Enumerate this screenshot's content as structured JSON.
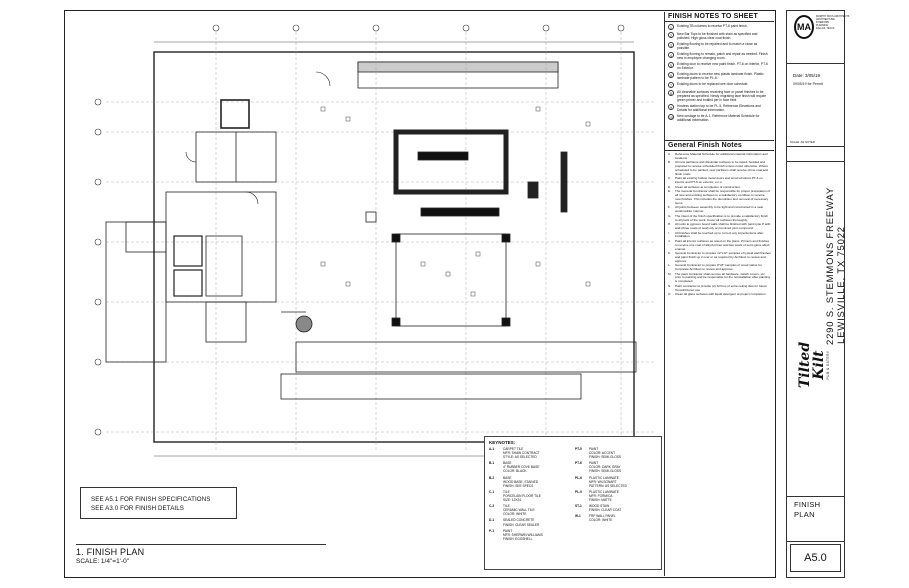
{
  "plan": {
    "callouts": [
      "SEE A5.1 FOR FINISH SPECIFICATIONS",
      "SEE A3.0 FOR FINISH DETAILS"
    ],
    "title": "1. FINISH PLAN",
    "scale": "SCALE: 1/4\"=1'-0\""
  },
  "finish_notes": {
    "header": "FINISH NOTES TO SHEET",
    "items": [
      {
        "num": "1",
        "text": "Existing TB columns to receive PT-6 paint finish."
      },
      {
        "num": "2",
        "text": "New Bar Tops to be finished with stain as specified and polished. High gloss clear coat finish."
      },
      {
        "num": "3",
        "text": "Existing flooring to be repaired and to match a close as possible."
      },
      {
        "num": "4",
        "text": "Existing flooring to remain, patch and repair as needed. Finish new in employee changing room."
      },
      {
        "num": "5",
        "text": "Existing door to receive new paint finish. PT-6 on interior, PT-6 on Exterior."
      },
      {
        "num": "6",
        "text": "Existing doors to receive new plastic laminate finish. Plastic laminate pattern to be PL-6."
      },
      {
        "num": "7",
        "text": "Existing doors to be replaced see door schedule."
      },
      {
        "num": "8",
        "text": "All cleanable surfaces receiving face or panel finishes to be prepared as specified. Newly migrating face finish will require green primer and bottled per in face field."
      },
      {
        "num": "9",
        "text": "Hostess station top to be PL-9, Reference Elevations and Details for additional information."
      },
      {
        "num": "10",
        "text": "New onstage to be A-1. Reference Material Schedule for additional information."
      }
    ]
  },
  "general_notes": {
    "header": "General Finish Notes",
    "items": [
      {
        "letter": "A.",
        "text": "Reference Material Schedule for additional material information and locations."
      },
      {
        "letter": "B.",
        "text": "All new partitions and dissimilar surfaces to be taped, bedded and prepared to receive scheduled finish unless noted otherwise. Where scheduled to be painted, new partitions shall receive prime coat and finish coats."
      },
      {
        "letter": "C.",
        "text": "Paint all existing hollow metal doors and wood windows PT-4 on interior and PT-6 on exterior, u.n.o."
      },
      {
        "letter": "D.",
        "text": "Clean all surfaces at completion of construction."
      },
      {
        "letter": "E.",
        "text": "The General Contractor shall be responsible for proper preparation of all new and existing surfaces to a satisfactory condition to receive new finishes. This includes the demolition and removal of necessary items."
      },
      {
        "letter": "F.",
        "text": "All joints between assembly to be tight and constructed in a neat workmanlike manner."
      },
      {
        "letter": "G.",
        "text": "The intent of the finish specification is to provide a satisfactory finish to all parts of the work. Cover all surfaces thoroughly."
      },
      {
        "letter": "H.",
        "text": "All units to gypsum board walls shall be finished with paint type P with wall (three coats of seal) oily or premixed joint compound."
      },
      {
        "letter": "I.",
        "text": "All finishes shall be touched up to correct any imperfections after installation."
      },
      {
        "letter": "J.",
        "text": "Paint all interior surfaces as noted on the plans. Primers and finishes to receive one coat of alkyd primer and two coats of semi-gloss alkyd enamel."
      },
      {
        "letter": "K.",
        "text": "General Contractor to prepare 12\"x12\" samples of typical wall finishes and paint finish up 2 over or as required by Architect to review and approve."
      },
      {
        "letter": "L.",
        "text": "General Contractor to prepare 8\"x8\" samples of wood stains for Corporate Architect to review and approve."
      },
      {
        "letter": "M.",
        "text": "The paint contractor shall remove all hardware, switch covers, etc. prior to painting and be responsible for the reinstallation after painting is completed."
      },
      {
        "letter": "N.",
        "text": "Paint contractor to provide (2) full box of extra ceiling tiles for future Tenant/Owner use."
      },
      {
        "letter": "O.",
        "text": "Clean all glass surfaces with liquid detergent at project completion."
      }
    ]
  },
  "schedule": {
    "title": "KEYNOTES:",
    "left": [
      {
        "code": "A-1",
        "desc": "CARPET TILE\nMFR: SHAW CONTRACT\nSTYLE: AS SELECTED"
      },
      {
        "code": "B-1",
        "desc": "BASE\n4\" RUBBER COVE BASE\nCOLOR: BLACK"
      },
      {
        "code": "B-2",
        "desc": "BASE\nWOOD BASE, STAINED\nFINISH: SEE SPECS"
      },
      {
        "code": "C-1",
        "desc": "TILE\nPORCELAIN FLOOR TILE\nSIZE: 12X24"
      },
      {
        "code": "C-2",
        "desc": "TILE\nCERAMIC WALL TILE\nCOLOR: WHITE"
      },
      {
        "code": "D-1",
        "desc": "SEALED CONCRETE\nFINISH: CLEAR SEALER"
      },
      {
        "code": "P-1",
        "desc": "PAINT\nMFR: SHERWIN WILLIAMS\nFINISH: EGGSHELL"
      }
    ],
    "right": [
      {
        "code": "PT-5",
        "desc": "PAINT\nCOLOR: ACCENT\nFINISH: SEMI-GLOSS"
      },
      {
        "code": "PT-6",
        "desc": "PAINT\nCOLOR: DARK GRAY\nFINISH: SEMI-GLOSS"
      },
      {
        "code": "PL-6",
        "desc": "PLASTIC LAMINATE\nMFR: WILSONART\nPATTERN: AS SELECTED"
      },
      {
        "code": "PL-9",
        "desc": "PLASTIC LAMINATE\nMFR: FORMICA\nFINISH: MATTE"
      },
      {
        "code": "ST-1",
        "desc": "WOOD STAIN\nFINISH: CLEAR COAT"
      },
      {
        "code": "W-1",
        "desc": "FRP WALL PANEL\nCOLOR: WHITE"
      }
    ]
  },
  "title_block": {
    "logo": "MA",
    "firm_lines": [
      "MURPHY MAYS ARCHITECTS",
      "ARCHITECTURE",
      "INTERIORS",
      "PLANNING",
      "DALLAS, TEXAS"
    ],
    "date_label": "Date: 3/05/19",
    "date_note": "09/05/19 for Permit",
    "scale_note": "SCALE: AS NOTED",
    "address_line1": "2290 S. STEMMONS FREEWAY",
    "address_line2": "LEWISVILLE, TX 75022",
    "brand_name": "Tilted Kilt",
    "brand_sub": "PUB & EATERY",
    "sheet_name": [
      "FINISH",
      "PLAN"
    ],
    "sheet_number": "A5.0"
  }
}
